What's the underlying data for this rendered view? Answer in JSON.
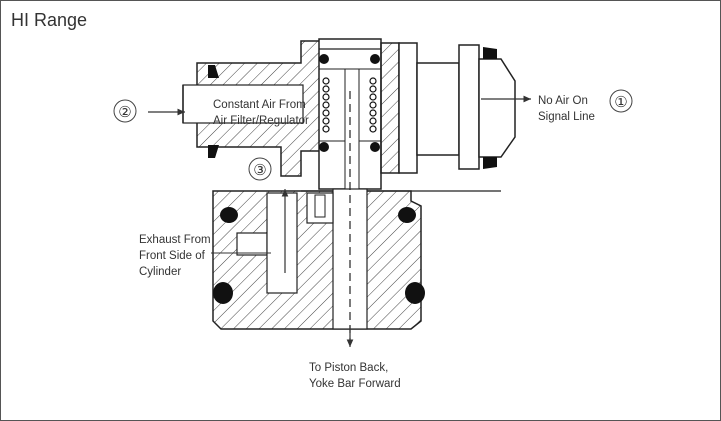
{
  "diagram": {
    "title": "HI Range",
    "callouts": [
      {
        "number": "②",
        "lines": [
          "Constant Air From",
          "Air Filter/Regulator"
        ]
      },
      {
        "number": "①",
        "lines": [
          "No Air On",
          "Signal Line"
        ]
      },
      {
        "number": "③",
        "lines": [
          "Exhaust From",
          "Front Side of",
          "Cylinder"
        ]
      }
    ],
    "bottom_label": [
      "To Piston Back,",
      "Yoke Bar Forward"
    ]
  }
}
